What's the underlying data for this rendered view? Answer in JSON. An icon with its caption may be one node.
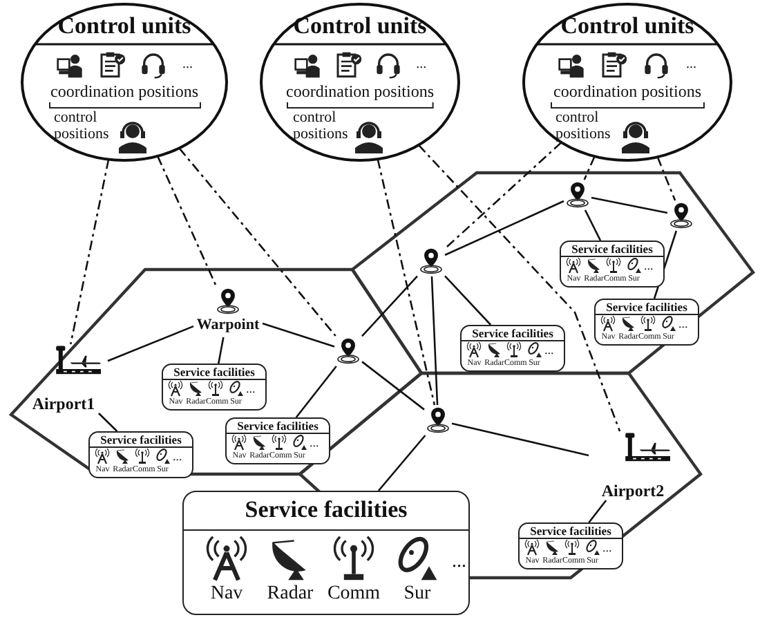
{
  "diagram": {
    "nodes": [
      {
        "text": [
          "Control units",
          "...",
          "coordination positions",
          "control positions"
        ]
      },
      {
        "text": [
          "Control units",
          "...",
          "coordination positions",
          "control positions"
        ]
      },
      {
        "text": [
          "Control units",
          "...",
          "coordination positions",
          "control positions"
        ]
      },
      {
        "text": [
          "Airport1"
        ]
      },
      {
        "text": [
          "Warpoint"
        ]
      },
      {
        "text": [],
        "shape": "pin"
      },
      {
        "text": [],
        "shape": "pin"
      },
      {
        "text": [],
        "shape": "pin"
      },
      {
        "text": [],
        "shape": "pin"
      },
      {
        "text": [],
        "shape": "pin"
      },
      {
        "text": [
          "Airport2"
        ]
      },
      {
        "text": [
          "Service facilities",
          "Nav",
          "Radar",
          "Comm",
          "Sur",
          "..."
        ]
      },
      {
        "text": [
          "Service facilities",
          "Nav",
          "Radar",
          "Comm",
          "Sur",
          "..."
        ]
      },
      {
        "text": [
          "Service facilities",
          "Nav",
          "Radar",
          "Comm",
          "Sur",
          "..."
        ]
      },
      {
        "text": [
          "Service facilities",
          "Nav",
          "Radar",
          "Comm",
          "Sur",
          "..."
        ]
      },
      {
        "text": [
          "Service facilities",
          "Nav",
          "Radar",
          "Comm",
          "Sur",
          "..."
        ]
      },
      {
        "text": [
          "Service facilities",
          "Nav",
          "Radar",
          "Comm",
          "Sur",
          "..."
        ]
      },
      {
        "text": [
          "Service facilities",
          "Nav",
          "Radar",
          "Comm",
          "Sur",
          "..."
        ]
      },
      {
        "text": [
          "Service facilities",
          "Nav",
          "Radar",
          "Comm",
          "Sur",
          "..."
        ]
      }
    ],
    "edges": [
      {
        "from": 0,
        "to": 3,
        "arrow": "none",
        "style": "dashed"
      },
      {
        "from": 0,
        "to": 4,
        "arrow": "none",
        "style": "dashed"
      },
      {
        "from": 0,
        "to": 5,
        "arrow": "none",
        "style": "dashed"
      },
      {
        "from": 1,
        "to": 9,
        "arrow": "none",
        "style": "dashed"
      },
      {
        "from": 1,
        "to": 10,
        "arrow": "none",
        "style": "dashed"
      },
      {
        "from": 2,
        "to": 6,
        "arrow": "none",
        "style": "dashed"
      },
      {
        "from": 2,
        "to": 7,
        "arrow": "none",
        "style": "dashed"
      },
      {
        "from": 2,
        "to": 8,
        "arrow": "none",
        "style": "dashed"
      },
      {
        "from": 3,
        "to": 4,
        "arrow": "none"
      },
      {
        "from": 4,
        "to": 5,
        "arrow": "none"
      },
      {
        "from": 5,
        "to": 6,
        "arrow": "none"
      },
      {
        "from": 6,
        "to": 7,
        "arrow": "none"
      },
      {
        "from": 7,
        "to": 8,
        "arrow": "none"
      },
      {
        "from": 5,
        "to": 9,
        "arrow": "none"
      },
      {
        "from": 6,
        "to": 9,
        "arrow": "none"
      },
      {
        "from": 9,
        "to": 10,
        "arrow": "none"
      },
      {
        "from": 3,
        "to": 11,
        "arrow": "none"
      },
      {
        "from": 4,
        "to": 12,
        "arrow": "none"
      },
      {
        "from": 5,
        "to": 13,
        "arrow": "none"
      },
      {
        "from": 6,
        "to": 14,
        "arrow": "none"
      },
      {
        "from": 7,
        "to": 15,
        "arrow": "none"
      },
      {
        "from": 8,
        "to": 16,
        "arrow": "none"
      },
      {
        "from": 10,
        "to": 17,
        "arrow": "none"
      },
      {
        "from": 9,
        "to": 18,
        "arrow": "none"
      }
    ]
  }
}
